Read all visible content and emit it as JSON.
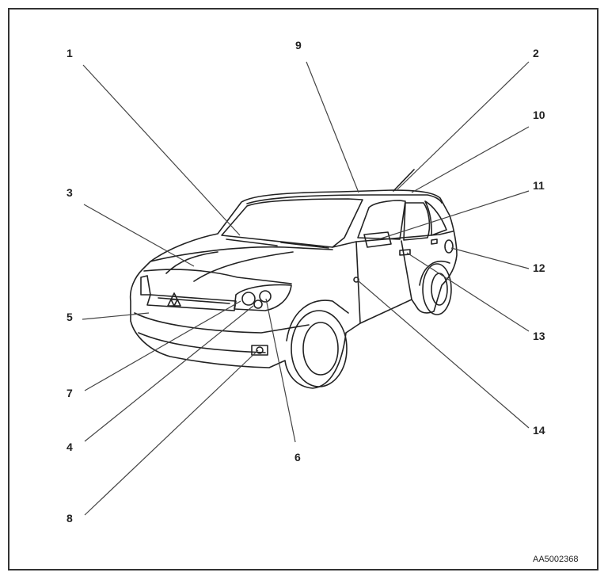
{
  "diagram": {
    "reference_code": "AA5002368",
    "callouts": [
      {
        "id": "1",
        "label": "1"
      },
      {
        "id": "2",
        "label": "2"
      },
      {
        "id": "3",
        "label": "3"
      },
      {
        "id": "4",
        "label": "4"
      },
      {
        "id": "5",
        "label": "5"
      },
      {
        "id": "6",
        "label": "6"
      },
      {
        "id": "7",
        "label": "7"
      },
      {
        "id": "8",
        "label": "8"
      },
      {
        "id": "9",
        "label": "9"
      },
      {
        "id": "10",
        "label": "10"
      },
      {
        "id": "11",
        "label": "11"
      },
      {
        "id": "12",
        "label": "12"
      },
      {
        "id": "13",
        "label": "13"
      },
      {
        "id": "14",
        "label": "14"
      }
    ]
  }
}
